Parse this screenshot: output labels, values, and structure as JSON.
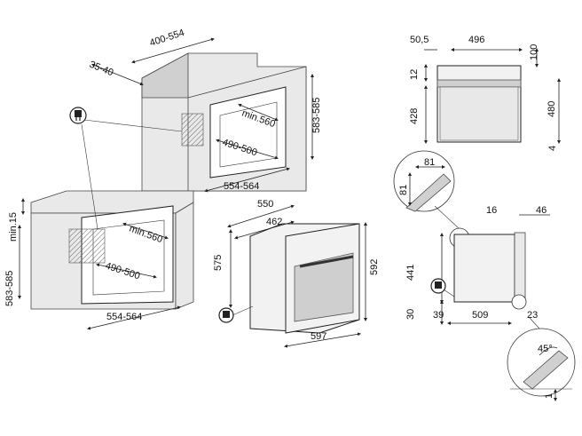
{
  "labels": {
    "d_400_554": "400-554",
    "d_35_40": "35-40",
    "d_583_585_top": "583-585",
    "d_min560_top": "min.560",
    "d_490_500_top": "490-500",
    "d_554_564_top": "554-564",
    "d_min15": "min.15",
    "d_583_585_left": "583-585",
    "d_min560_left": "min.560",
    "d_490_500_left": "490-500",
    "d_554_564_left": "554-564",
    "d_550": "550",
    "d_462": "462",
    "d_575": "575",
    "d_592": "592",
    "d_597": "597",
    "d_50_5": "50,5",
    "d_496": "496",
    "d_100": "100",
    "d_12": "12",
    "d_428": "428",
    "d_480": "480",
    "d_4": "4",
    "d_81_h": "81",
    "d_81_v": "81",
    "d_16": "16",
    "d_46": "46",
    "d_441": "441",
    "d_30": "30",
    "d_39": "39",
    "d_509": "509",
    "d_23": "23",
    "d_45deg": "45°",
    "d_1": "1"
  }
}
